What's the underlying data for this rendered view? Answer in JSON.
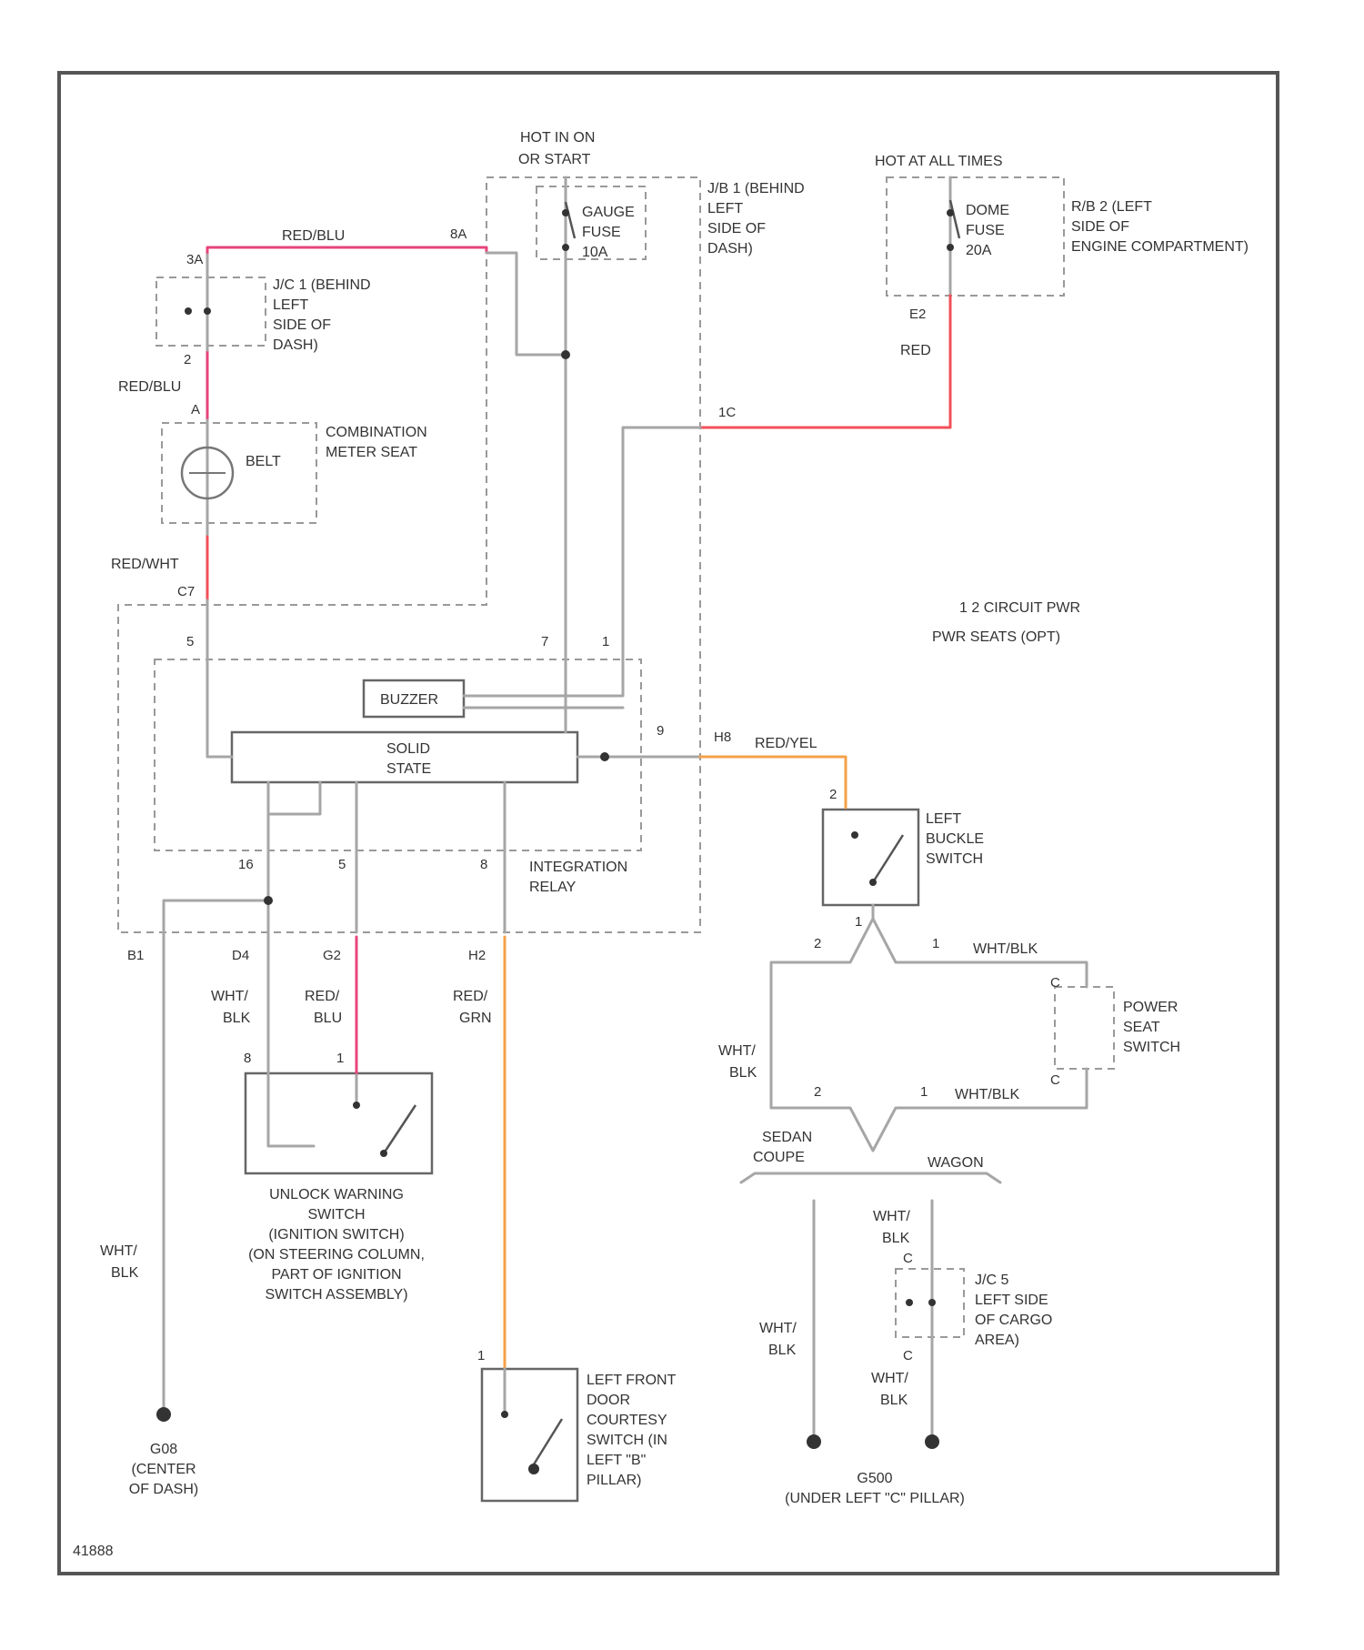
{
  "colors": {
    "border": "#555555",
    "wire_gray": "#a6a6a6",
    "wire_pink": "#e8447a",
    "wire_red": "#f25058",
    "wire_orange": "#f5a04a",
    "wire_black": "#555555"
  },
  "header": {
    "hot_in_on": [
      "HOT IN ON",
      "OR START"
    ],
    "hot_at_all_times": "HOT AT ALL TIMES"
  },
  "fuses": {
    "gauge": [
      "GAUGE",
      "FUSE",
      "10A"
    ],
    "dome": [
      "DOME",
      "FUSE",
      "20A"
    ]
  },
  "junctions": {
    "jb1": [
      "J/B 1 (BEHIND",
      "LEFT",
      "SIDE OF",
      "DASH)"
    ],
    "rb2": [
      "R/B 2 (LEFT",
      "SIDE OF",
      "ENGINE COMPARTMENT)"
    ],
    "jc1": [
      "J/C 1 (BEHIND",
      "LEFT",
      "SIDE OF",
      "DASH)"
    ],
    "jc5": [
      "J/C 5",
      "LEFT SIDE",
      "OF CARGO",
      "AREA)"
    ]
  },
  "components": {
    "combination_meter": [
      "COMBINATION",
      "METER SEAT"
    ],
    "belt": "BELT",
    "buzzer": "BUZZER",
    "solid_state": [
      "SOLID",
      "STATE"
    ],
    "integration_relay": [
      "INTEGRATION",
      "RELAY"
    ],
    "left_buckle": [
      "LEFT",
      "BUCKLE",
      "SWITCH"
    ],
    "power_seat": [
      "POWER",
      "SEAT",
      "SWITCH"
    ],
    "unlock_warning": [
      "UNLOCK WARNING",
      "SWITCH",
      "(IGNITION SWITCH)",
      "(ON STEERING COLUMN,",
      "PART OF IGNITION",
      "SWITCH ASSEMBLY)"
    ],
    "left_front_door": [
      "LEFT FRONT",
      "DOOR",
      "COURTESY",
      "SWITCH (IN",
      "LEFT \"B\"",
      "PILLAR)"
    ]
  },
  "notes": {
    "power_seats": [
      "1 2 CIRCUIT PWR",
      "PWR SEATS (OPT)"
    ],
    "sedan": [
      "SEDAN",
      "COUPE"
    ],
    "wagon": "WAGON"
  },
  "wires": {
    "red_blu": "RED/BLU",
    "red_blu_split": [
      "RED/",
      "BLU"
    ],
    "red_wht": "RED/WHT",
    "red": "RED",
    "red_yel": "RED/YEL",
    "red_grn": [
      "RED/",
      "GRN"
    ],
    "wht_blk": "WHT/BLK",
    "wht_blk_split": [
      "WHT/",
      "BLK"
    ]
  },
  "pins": {
    "p_4a": "8A",
    "p_3a": "3A",
    "p_1c": "1C",
    "p_e2": "E2",
    "p_c7": "C7",
    "p_h8": "H8",
    "p_b1": "B1",
    "p_d4": "D4",
    "p_g2": "G2",
    "p_h2": "H2",
    "p_16": "16",
    "p_5": "5",
    "p_8": "8",
    "p_7": "7",
    "p_1": "1",
    "p_2": "2",
    "p_9": "9",
    "p_c": "C",
    "p_a": "A"
  },
  "grounds": {
    "g_center": [
      "G08",
      "(CENTER",
      "OF DASH)"
    ],
    "g_pillar": [
      "G500",
      "(UNDER LEFT \"C\" PILLAR)"
    ]
  },
  "footer": {
    "code": "41888"
  }
}
